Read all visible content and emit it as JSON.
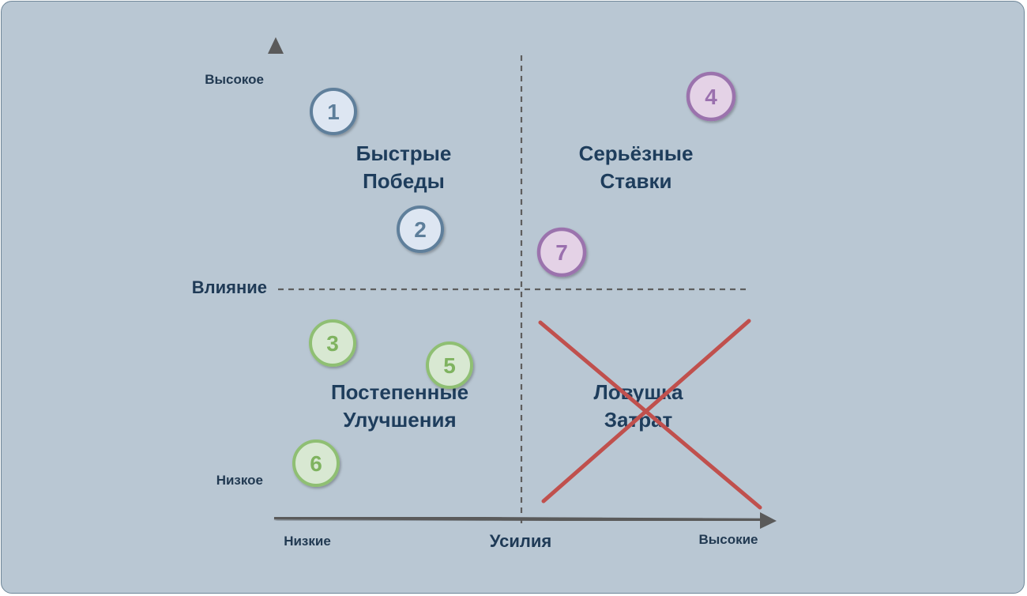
{
  "diagram": {
    "y_axis": {
      "title": "Влияние",
      "high": "Высокое",
      "low": "Низкое"
    },
    "x_axis": {
      "title": "Усилия",
      "low": "Низкие",
      "high": "Высокие"
    },
    "quadrants": {
      "top_left": {
        "line1": "Быстрые",
        "line2": "Победы"
      },
      "top_right": {
        "line1": "Серьёзные",
        "line2": "Ставки"
      },
      "bottom_left": {
        "line1": "Постепенные",
        "line2": "Улучшения"
      },
      "bottom_right": {
        "line1": "Ловушка",
        "line2": "Затрат",
        "crossed_out": true
      }
    },
    "badges": [
      {
        "label": "1",
        "group": "blue"
      },
      {
        "label": "2",
        "group": "blue"
      },
      {
        "label": "3",
        "group": "green"
      },
      {
        "label": "4",
        "group": "purple"
      },
      {
        "label": "5",
        "group": "green"
      },
      {
        "label": "6",
        "group": "green"
      },
      {
        "label": "7",
        "group": "purple"
      }
    ],
    "colors": {
      "background": "#b9c7d3",
      "axis": "#5a5a5a",
      "divider": "#5e5e5e",
      "cross": "#c0504d",
      "blue_fill": "#dde6f2",
      "blue_stroke": "#5f7f9b",
      "blue_text": "#5d7e9a",
      "green_fill": "#d8e8d2",
      "green_stroke": "#8fbf73",
      "green_text": "#7fb35f",
      "purple_fill": "#e4d2e6",
      "purple_stroke": "#9b73ad",
      "purple_text": "#9a6fae"
    }
  }
}
